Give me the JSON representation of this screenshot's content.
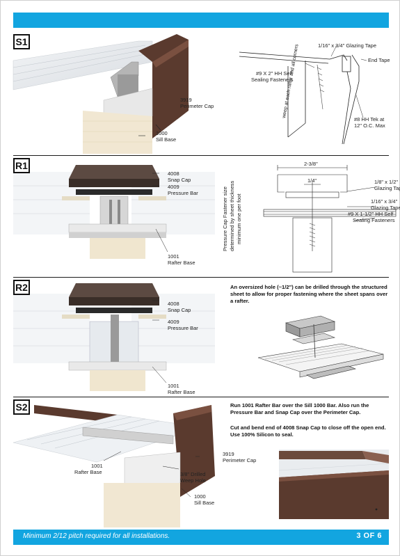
{
  "footer": {
    "note": "Minimum 2/12 pitch required for all installations.",
    "page": "3 OF 6"
  },
  "s1": {
    "tag": "S1",
    "left_labels": {
      "cap_num": "3919",
      "cap_name": "Perimeter Cap",
      "base_num": "1000",
      "base_name": "Sill Base"
    },
    "right_labels": {
      "tape": "1/16\" x 3/4\" Glazing Tape",
      "fastener_a": "#9 X 2\" HH Self",
      "fastener_b": "Sealing Fasteners",
      "end_tape": "End Tape",
      "weep": "weep at each rafter and all corners",
      "tek_a": "#8 HH Tek at",
      "tek_b": "12\" O.C. Max"
    }
  },
  "r1": {
    "tag": "R1",
    "left_labels": {
      "snap_num": "4008",
      "snap_name": "Snap Cap",
      "bar_num": "4009",
      "bar_name": "Pressure Bar",
      "rafter_num": "1001",
      "rafter_name": "Rafter Base"
    },
    "right_labels": {
      "vertical_a": "Pressure Cap Fastener size",
      "vertical_b": "determined by sheet thickness",
      "vertical_c": "minimum one per foot",
      "width": "2-3/8\"",
      "gap": "1/4\"",
      "tape_a1": "1/8\" x 1/2\"",
      "tape_a2": "Glazing Tape",
      "tape_b1": "1/16\" x 3/4\"",
      "tape_b2": "Glazing Tape",
      "fastener_a": "#9 X 1-1/2\" HH Self",
      "fastener_b": "Sealing Fasteners"
    }
  },
  "r2": {
    "tag": "R2",
    "left_labels": {
      "snap_num": "4008",
      "snap_name": "Snap Cap",
      "bar_num": "4009",
      "bar_name": "Pressure Bar",
      "rafter_num": "1001",
      "rafter_name": "Rafter Base"
    },
    "text": "An oversized hole (~1/2\") can be drilled through the structured sheet to allow for proper fastening where the sheet spans over a rafter."
  },
  "s2": {
    "tag": "S2",
    "labels": {
      "rafter_num": "1001",
      "rafter_name": "Rafter Base",
      "cap_num": "3919",
      "cap_name": "Perimeter Cap",
      "weep_a": "3/8\" Drilled",
      "weep_b": "Weep Hole",
      "base_num": "1000",
      "base_name": "Sill Base"
    },
    "text1": "Run 1001 Rafter Bar over the Sill 1000 Bar. Also run the Pressure Bar and Snap Cap over the Perimeter Cap.",
    "text2": "Cut and bend end of 4008 Snap Cap to close off the open end. Use 100% Silicon to seal."
  },
  "colors": {
    "accent": "#12a5e0",
    "bronze": "#5a3a2e",
    "aluminum": "#c8c8c8"
  }
}
